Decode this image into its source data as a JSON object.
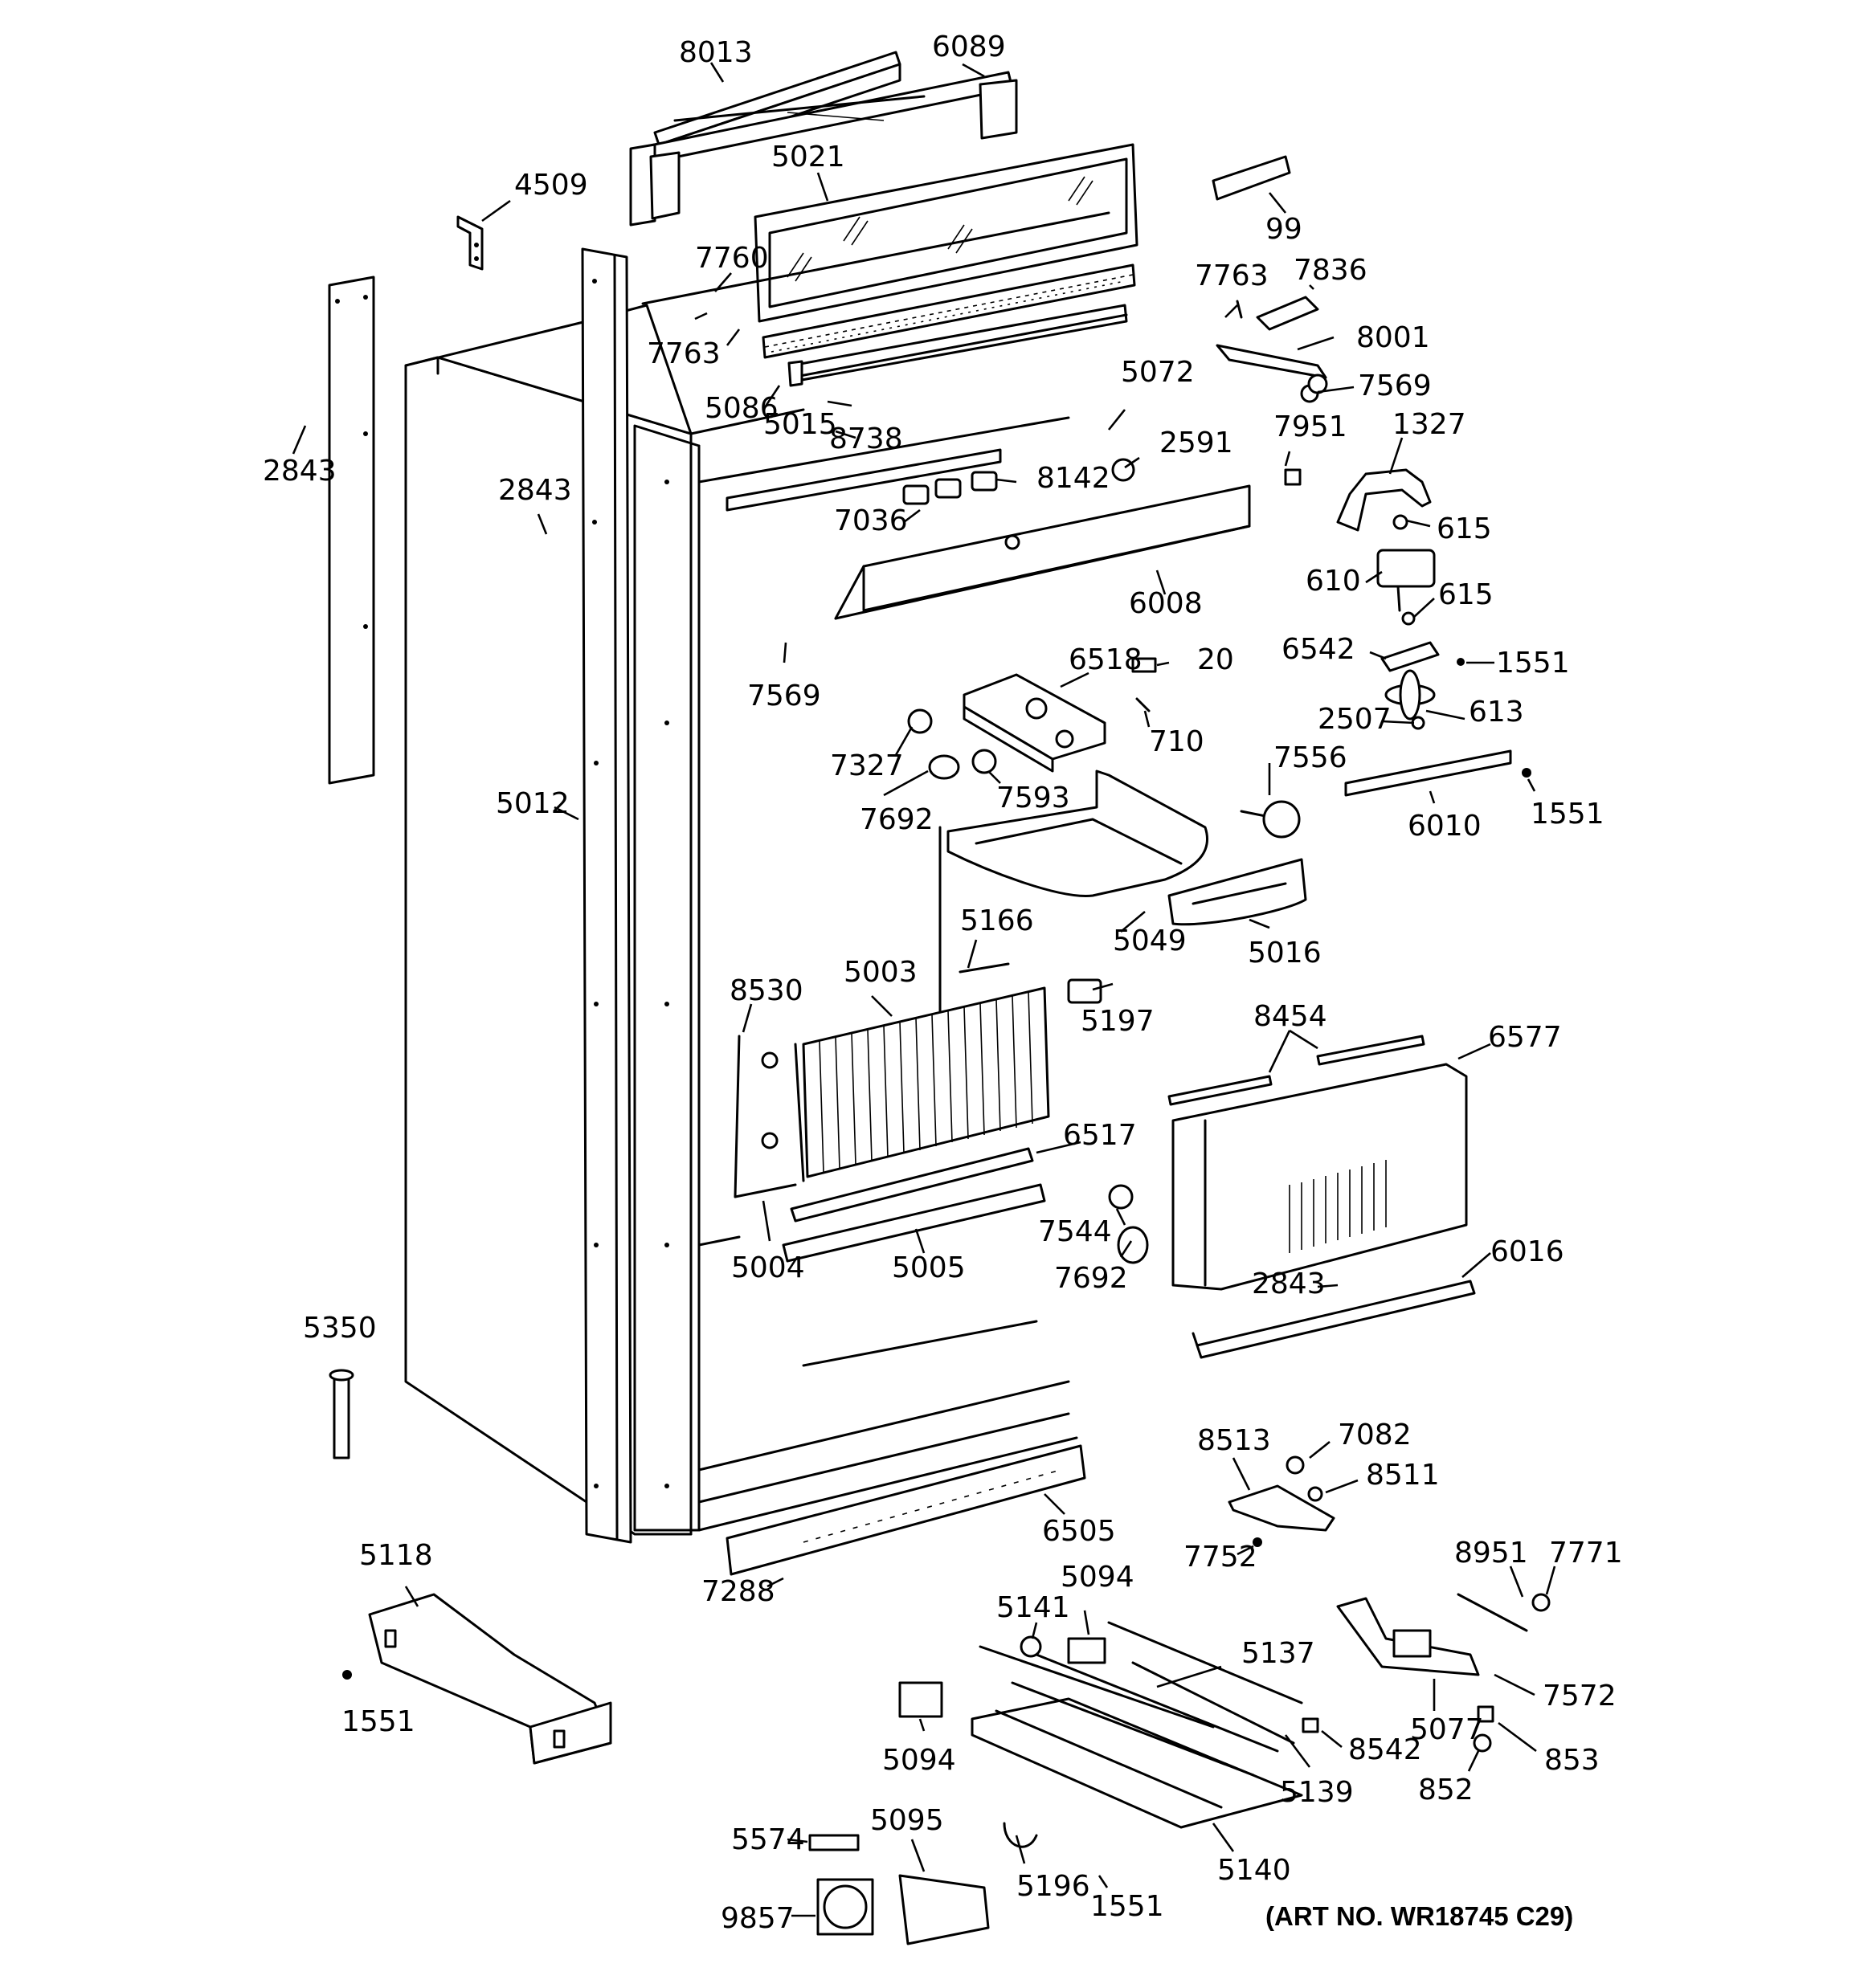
{
  "art_number": "(ART NO. WR18745 C29)",
  "parts": {
    "p8013": "8013",
    "p6089": "6089",
    "p5021": "5021",
    "p4509": "4509",
    "p99": "99",
    "p7760": "7760",
    "p7763a": "7763",
    "p7763b": "7763",
    "p7836": "7836",
    "p8001": "8001",
    "p7569a": "7569",
    "p5086": "5086",
    "p5015": "5015",
    "p8738": "8738",
    "p5072": "5072",
    "p7951": "7951",
    "p1327": "1327",
    "p2843a": "2843",
    "p2843b": "2843",
    "p2591": "2591",
    "p8142": "8142",
    "p7036": "7036",
    "p615a": "615",
    "p610": "610",
    "p615b": "615",
    "p6008": "6008",
    "p6542": "6542",
    "p1551a": "1551",
    "p7569b": "7569",
    "p6518": "6518",
    "p20": "20",
    "p2507": "2507",
    "p613": "613",
    "p710": "710",
    "p7327": "7327",
    "p7556": "7556",
    "p7593": "7593",
    "p7692a": "7692",
    "p6010": "6010",
    "p1551b": "1551",
    "p5012": "5012",
    "p5166": "5166",
    "p5049": "5049",
    "p5016": "5016",
    "p5003": "5003",
    "p8530": "8530",
    "p5197": "5197",
    "p8454": "8454",
    "p6577": "6577",
    "p6517": "6517",
    "p7544": "7544",
    "p5004": "5004",
    "p5005": "5005",
    "p6016": "6016",
    "p7692b": "7692",
    "p2843c": "2843",
    "p5350": "5350",
    "p8513": "8513",
    "p7082": "7082",
    "p8511": "8511",
    "p6505": "6505",
    "p7752": "7752",
    "p5118": "5118",
    "p7288": "7288",
    "p5094a": "5094",
    "p8951": "8951",
    "p7771": "7771",
    "p5141": "5141",
    "p5137": "5137",
    "p1551c": "1551",
    "p7572": "7572",
    "p5077": "5077",
    "p8542": "8542",
    "p853": "853",
    "p5094b": "5094",
    "p852": "852",
    "p5139": "5139",
    "p5095": "5095",
    "p5574": "5574",
    "p5140": "5140",
    "p5196": "5196",
    "p9857": "9857",
    "p1551d": "1551"
  }
}
